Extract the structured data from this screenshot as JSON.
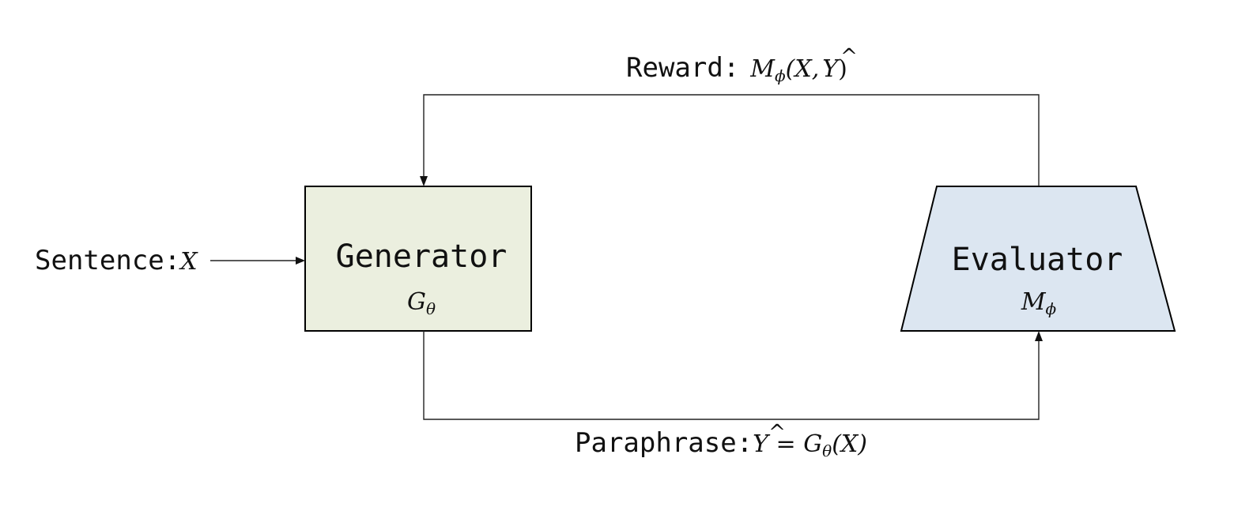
{
  "colors": {
    "generator_fill": "#ebefdf",
    "evaluator_fill": "#dce6f1",
    "stroke": "#000000"
  },
  "input": {
    "label": "Sentence:",
    "symbol": "X"
  },
  "generator": {
    "title": "Generator",
    "symbol": "G",
    "subscript": "θ"
  },
  "evaluator": {
    "title": "Evaluator",
    "symbol": "M",
    "subscript": "ϕ"
  },
  "reward": {
    "label": "Reward:",
    "symbol": "M",
    "subscript": "ϕ",
    "args_open": "(X,",
    "args_hat": "Y",
    "args_close": ")"
  },
  "paraphrase": {
    "label": "Paraphrase:",
    "lhs_hat": "Y",
    "equals": " = ",
    "rhs_symbol": "G",
    "rhs_subscript": "θ",
    "rhs_args": "(X)"
  }
}
